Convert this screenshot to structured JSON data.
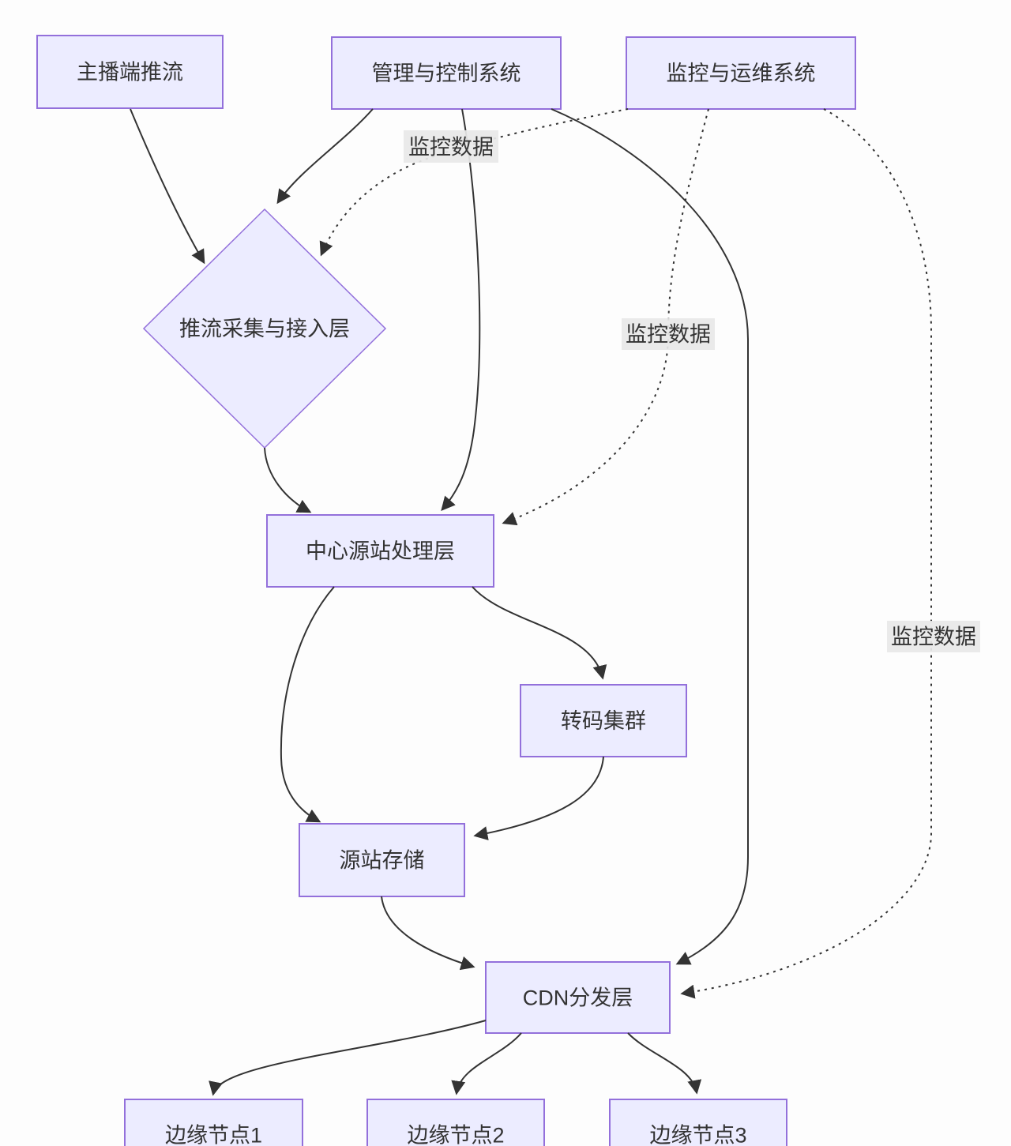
{
  "diagram": {
    "type": "flowchart",
    "nodes": {
      "broadcaster": {
        "label": "主播端推流"
      },
      "management": {
        "label": "管理与控制系统"
      },
      "monitoring": {
        "label": "监控与运维系统"
      },
      "ingest": {
        "label": "推流采集与接入层"
      },
      "origin": {
        "label": "中心源站处理层"
      },
      "transcode": {
        "label": "转码集群"
      },
      "storage": {
        "label": "源站存储"
      },
      "cdn": {
        "label": "CDN分发层"
      },
      "edge1": {
        "label": "边缘节点1"
      },
      "edge2": {
        "label": "边缘节点2"
      },
      "edge3": {
        "label": "边缘节点3"
      }
    },
    "edge_labels": {
      "monitor_top": "监控数据",
      "monitor_mid": "监控数据",
      "monitor_right": "监控数据"
    },
    "colors": {
      "background": "#fdfdfd",
      "node_fill": "#ECECFF",
      "node_border": "#9370DB",
      "edge_line": "#333333",
      "text": "#333333",
      "edge_label_bg": "#e8e8e8"
    }
  }
}
